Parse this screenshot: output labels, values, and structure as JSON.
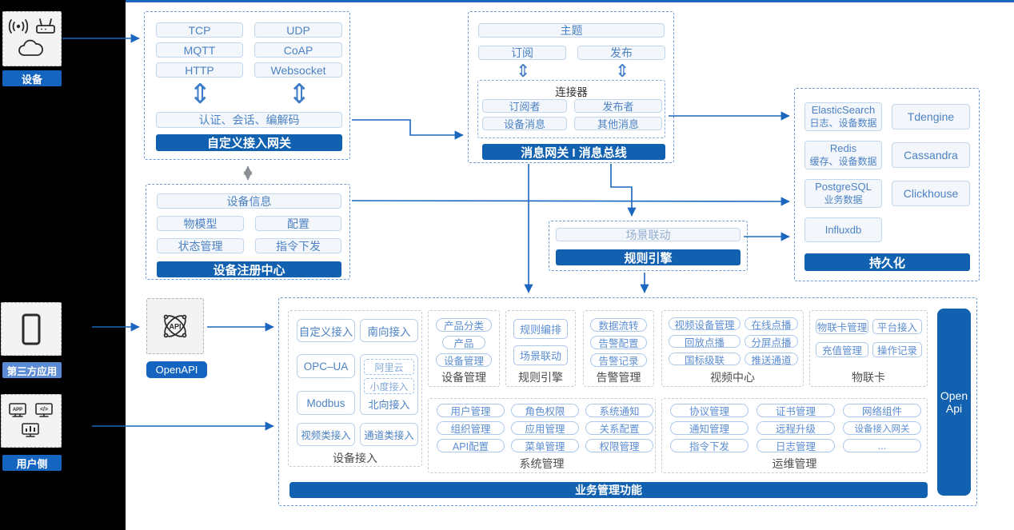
{
  "rail": {
    "device": {
      "label": "设备"
    },
    "third_party": {
      "label": "第三方应用"
    },
    "user_side": {
      "label": "用户侧"
    }
  },
  "gateway": {
    "title": "自定义接入网关",
    "protocols": [
      "TCP",
      "UDP",
      "MQTT",
      "CoAP",
      "HTTP",
      "Websocket"
    ],
    "auth": "认证、会话、编解码"
  },
  "bus": {
    "title": "消息网关 I 消息总线",
    "topic": "主题",
    "subscribe": "订阅",
    "publish": "发布",
    "connector": {
      "title": "连接器",
      "items": [
        "订阅者",
        "发布者",
        "设备消息",
        "其他消息"
      ]
    }
  },
  "persistence": {
    "title": "持久化",
    "stores": [
      {
        "name": "ElasticSearch",
        "desc": "日志、设备数据"
      },
      {
        "name": "Tdengine",
        "desc": ""
      },
      {
        "name": "Redis",
        "desc": "缓存、设备数据"
      },
      {
        "name": "Cassandra",
        "desc": ""
      },
      {
        "name": "PostgreSQL",
        "desc": "业务数据"
      },
      {
        "name": "Clickhouse",
        "desc": ""
      },
      {
        "name": "Influxdb",
        "desc": ""
      }
    ]
  },
  "registry": {
    "title": "设备注册中心",
    "items": [
      "设备信息",
      "物模型",
      "配置",
      "状态管理",
      "指令下发"
    ]
  },
  "rule": {
    "title": "规则引擎",
    "item": "场景联动"
  },
  "openapi": {
    "label": "OpenAPI"
  },
  "biz": {
    "title": "业务管理功能",
    "open_api": "Open Api",
    "device_access": {
      "label": "设备接入",
      "pills": [
        "自定义接入",
        "南向接入",
        "OPC–UA",
        "Modbus",
        "视频类接入",
        "通道类接入"
      ],
      "north": {
        "label": "北向接入",
        "subs": [
          "阿里云",
          "小度接入"
        ]
      }
    },
    "device_mgmt": {
      "label": "设备管理",
      "pills": [
        "产品分类",
        "产品",
        "设备管理"
      ]
    },
    "rule_engine": {
      "label": "规则引擎",
      "pills": [
        "规则编排",
        "场景联动"
      ]
    },
    "alarm": {
      "label": "告警管理",
      "pills": [
        "数据流转",
        "告警配置",
        "告警记录"
      ]
    },
    "video": {
      "label": "视频中心",
      "pills": [
        "视频设备管理",
        "在线点播",
        "回放点播",
        "分屏点播",
        "国标级联",
        "推送通道"
      ]
    },
    "iot_card": {
      "label": "物联卡",
      "pills": [
        "物联卡管理",
        "平台接入",
        "充值管理",
        "操作记录"
      ]
    },
    "system": {
      "label": "系统管理",
      "pills": [
        "用户管理",
        "角色权限",
        "系统通知",
        "组织管理",
        "应用管理",
        "关系配置",
        "API配置",
        "菜单管理",
        "权限管理"
      ]
    },
    "ops": {
      "label": "运维管理",
      "pills": [
        "协议管理",
        "证书管理",
        "网络组件",
        "通知管理",
        "远程升级",
        "设备接入网关",
        "指令下发",
        "日志管理",
        "..."
      ]
    }
  },
  "colors": {
    "primary": "#1161b0",
    "accent_light": "#5b8bd5",
    "arrow": "#1b66bf"
  }
}
